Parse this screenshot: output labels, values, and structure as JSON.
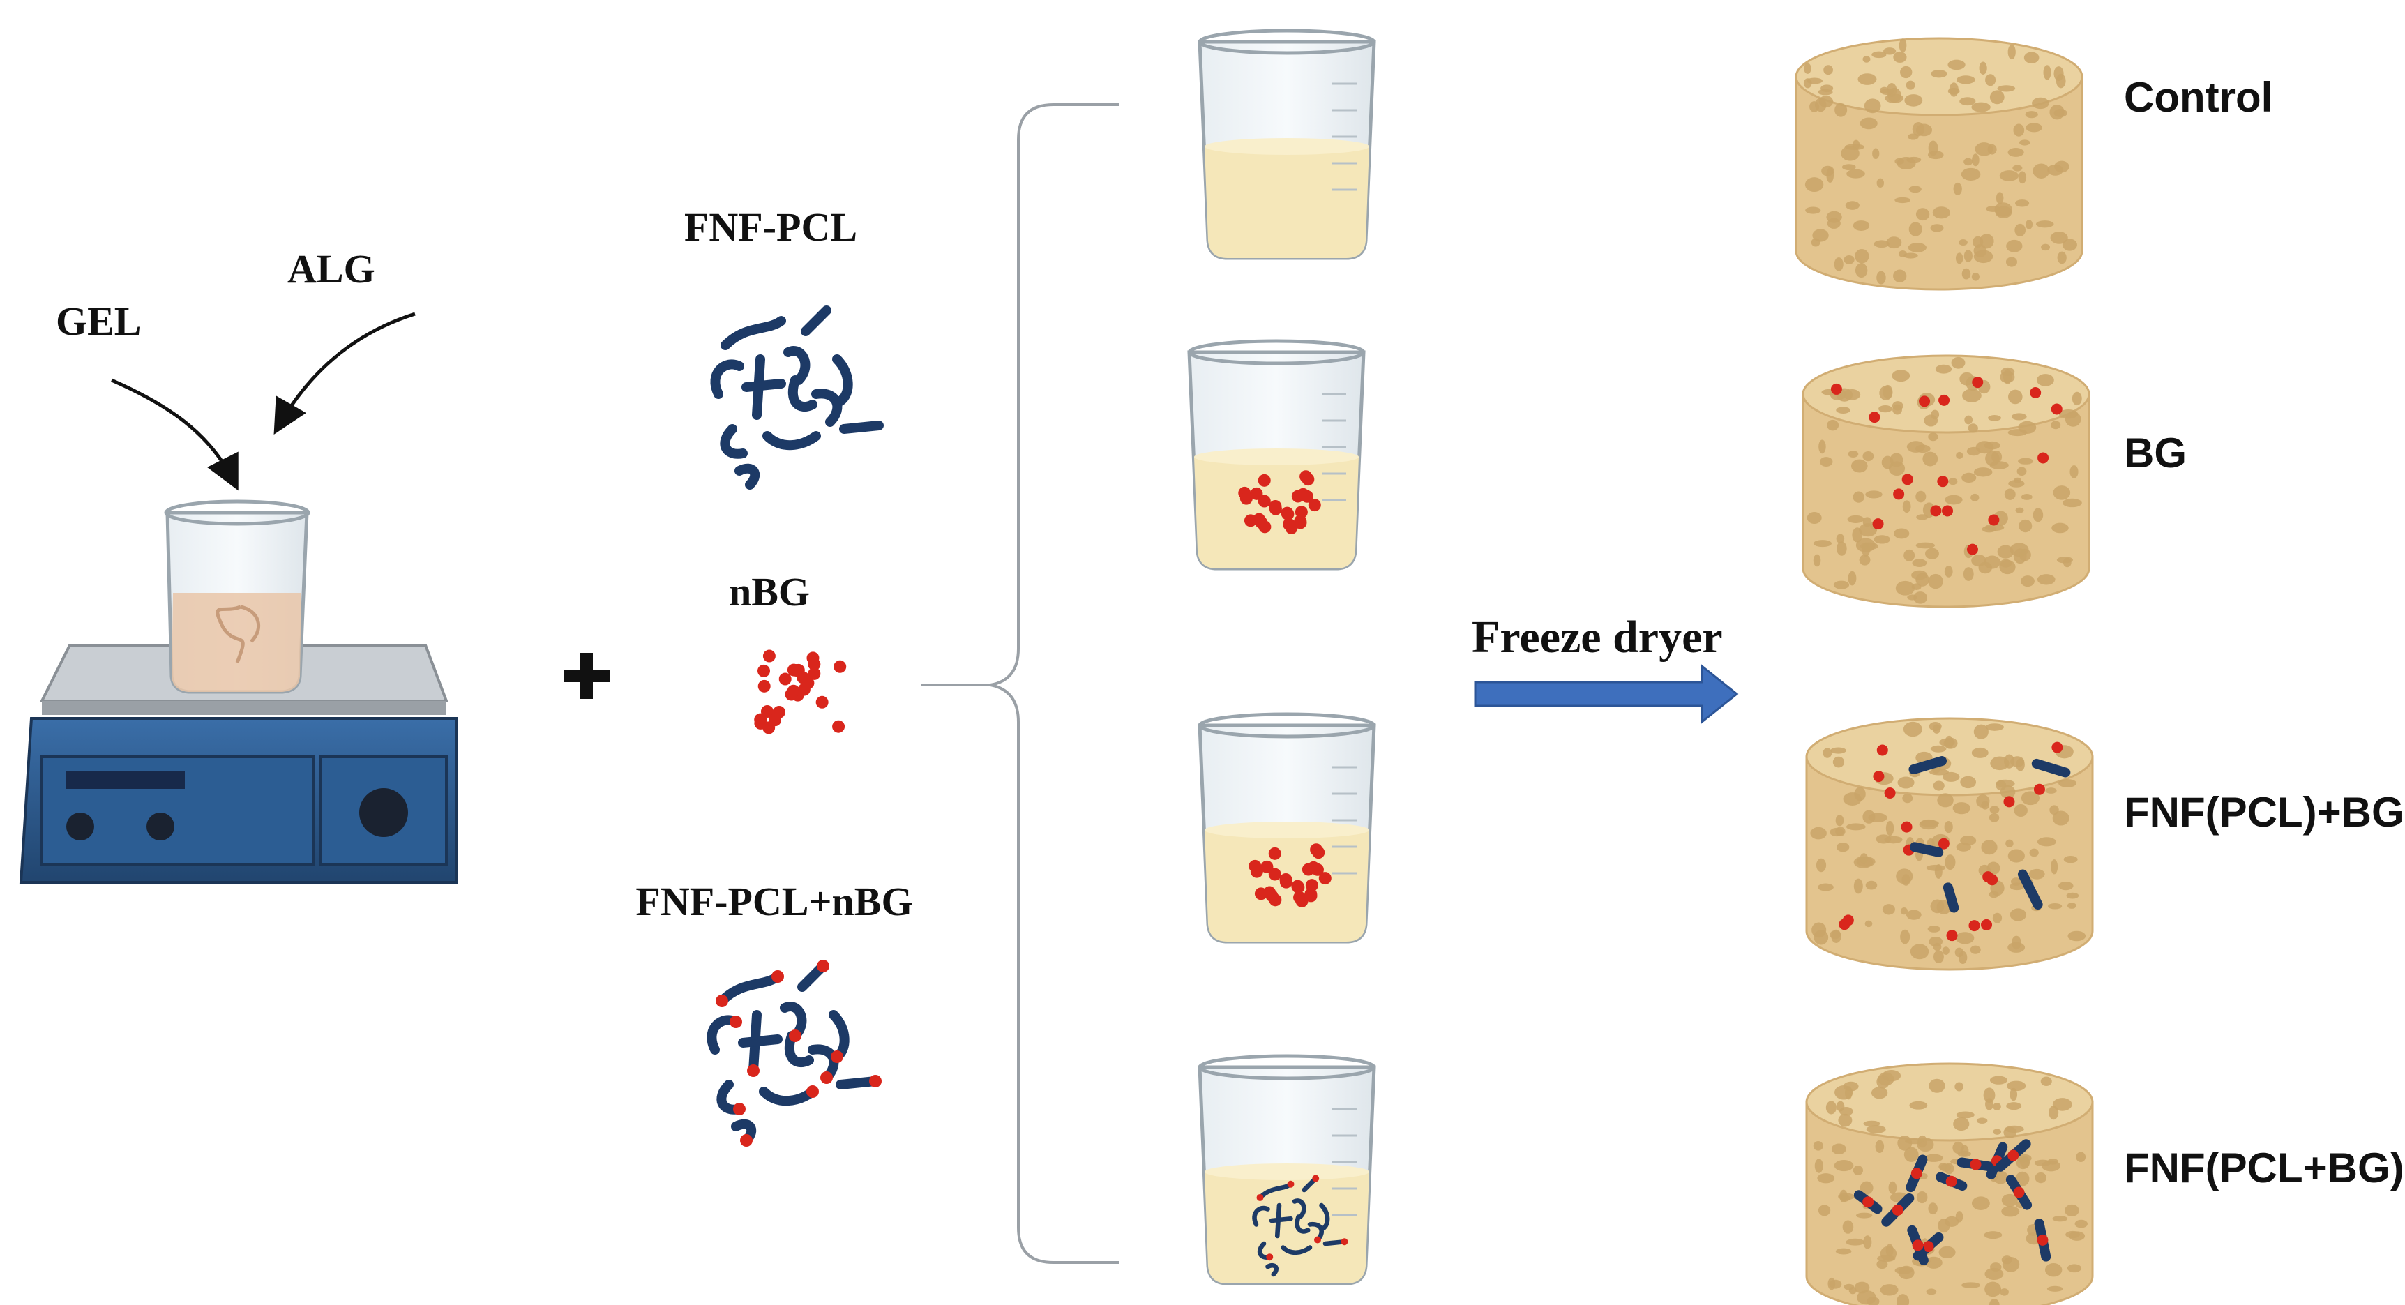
{
  "inputs": {
    "gel_label": "GEL",
    "alg_label": "ALG"
  },
  "additives": {
    "fnf_pcl_label": "FNF-PCL",
    "nbg_label": "nBG",
    "fnf_pcl_nbg_label": "FNF-PCL+nBG"
  },
  "process": {
    "freeze_dryer_label": "Freeze dryer"
  },
  "scaffolds": [
    {
      "label": "Control"
    },
    {
      "label": "BG"
    },
    {
      "label": "FNF(PCL)+BG"
    },
    {
      "label": "FNF(PCL+BG)"
    }
  ],
  "colors": {
    "fiber": "#1d3a66",
    "particle": "#d9261c",
    "scaffold": "#e3c48e",
    "pore": "#c9a468",
    "solution": "#f5e7b9",
    "hotplate": "#2f5f95",
    "arrow": "#3e6fbd"
  }
}
